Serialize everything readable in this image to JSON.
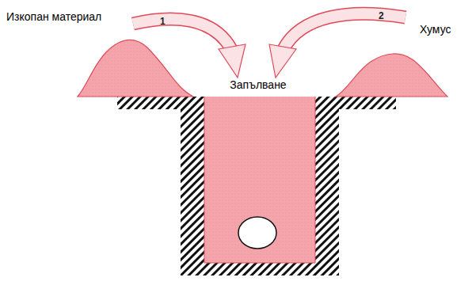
{
  "diagram": {
    "labels": [
      "Изкопан материал",
      "1",
      "2",
      "Хумус",
      "Запълване"
    ]
  }
}
